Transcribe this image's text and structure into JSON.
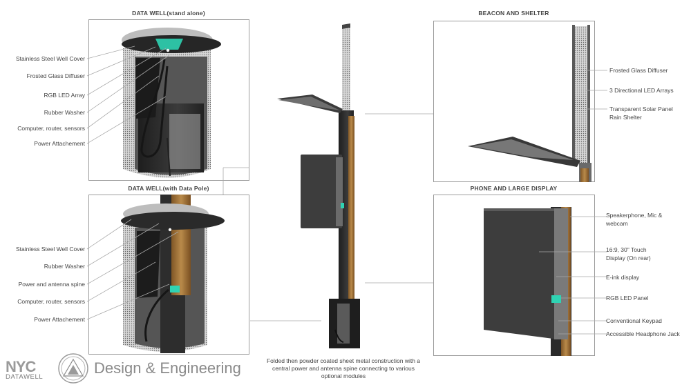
{
  "sections": {
    "well_standalone": {
      "title": "DATA WELL(stand alone)",
      "labels": [
        "Stainless Steel Well Cover",
        "Frosted Glass Diffuser",
        "RGB LED Array",
        "Rubber Washer",
        "Computer, router, sensors",
        "Power Attachement"
      ]
    },
    "well_pole": {
      "title": "DATA WELL(with Data Pole)",
      "labels": [
        "Stainless Steel Well Cover",
        "Rubber Washer",
        "Power and antenna spine",
        "Computer, router, sensors",
        "Power Attachement"
      ]
    },
    "beacon": {
      "title": "BEACON AND SHELTER",
      "labels": [
        "Frosted Glass Diffuser",
        "3 Directional LED Arrays",
        "Transparent Solar Panel",
        "Rain Shelter"
      ]
    },
    "phone": {
      "title": "PHONE AND LARGE DISPLAY",
      "labels": [
        "Speakerphone, Mic &",
        "webcam",
        "16:9, 30\" Touch",
        "Display (On rear)",
        "E-ink display",
        "RGB LED Panel",
        "Conventional Keypad",
        "Accessible Headphone Jack"
      ]
    }
  },
  "caption": {
    "line1": "Folded then powder coated sheet metal construction with a",
    "line2": "central power and antenna spine connecting to various",
    "line3": "optional modules"
  },
  "branding": {
    "logo": "NYC",
    "logo_sub": "DATAWELL",
    "tagline": "Design & Engineering"
  },
  "colors": {
    "accent_led": "#2fd3b3",
    "spine_wood": "#a6783d",
    "metal_dark": "#2b2b2b",
    "metal_light": "#9a9a9a"
  }
}
